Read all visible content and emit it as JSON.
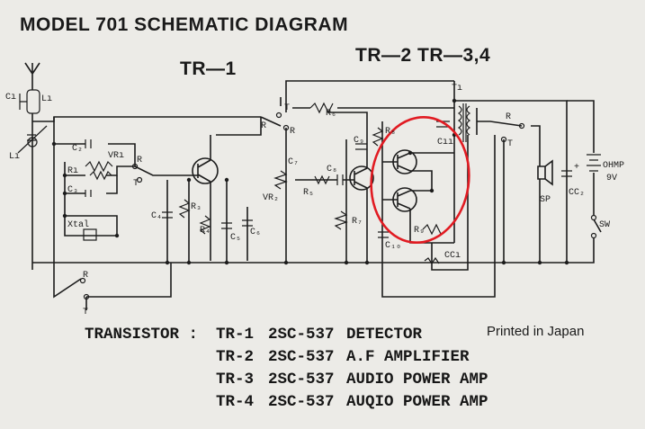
{
  "title": "MODEL 701 SCHEMATIC DIAGRAM",
  "sections": {
    "tr1": "TR—1",
    "tr234": "TR—2  TR—3,4"
  },
  "labels": {
    "c1l1": "Cı",
    "l1b": "Lı",
    "l1": "Lı",
    "c2": "C₂",
    "r1": "Rı",
    "vr1": "VRı",
    "c3": "C₃",
    "xtal": "Xtal",
    "c4": "C₄",
    "r3": "R₃",
    "r4": "R₄",
    "c5": "C₅",
    "c6": "C₆",
    "c7": "C₇",
    "vr2": "VR₂",
    "r5": "R₅",
    "r6": "R₆",
    "c8": "C₈",
    "c9": "C₉",
    "r7": "R₇",
    "r8": "R₈",
    "c10": "C₁₀",
    "r9": "R₉",
    "cc1": "CCı",
    "t1": "Tı",
    "c11": "Cıı",
    "cc2": "CC₂",
    "sp": "SP",
    "ohm": "OHMP",
    "volt": "9V",
    "sw": "SW",
    "sw_r1": "R",
    "sw_t1": "T",
    "sw_r2": "R",
    "sw_t2": "T",
    "sw_r3": "R",
    "sw_t3": "T",
    "sw_r4": "R",
    "sw_t4": "T",
    "sw_r5": "R",
    "sw_t5": "T",
    "plus": "+"
  },
  "transistor_heading": "TRANSISTOR :",
  "transistors": [
    {
      "name": "TR-1",
      "part": "2SC-537",
      "role": "DETECTOR"
    },
    {
      "name": "TR-2",
      "part": "2SC-537",
      "role": "A.F AMPLIFIER"
    },
    {
      "name": "TR-3",
      "part": "2SC-537",
      "role": "AUDIO POWER AMP"
    },
    {
      "name": "TR-4",
      "part": "2SC-537",
      "role": "AUQIO POWER AMP"
    }
  ],
  "footer_note": "Printed in Japan",
  "colors": {
    "ink": "#1c1c1c",
    "paper": "#ecebe7",
    "highlight": "#e11b22"
  }
}
